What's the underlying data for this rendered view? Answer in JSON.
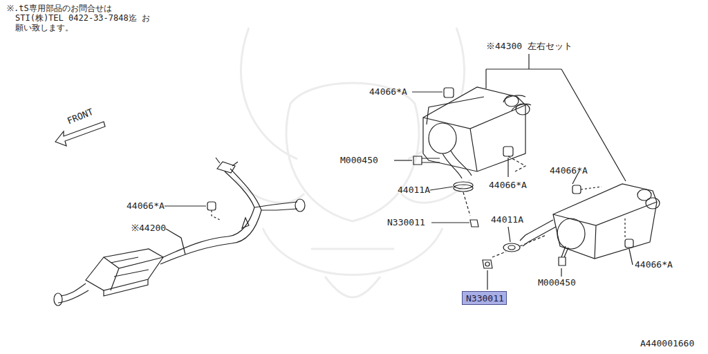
{
  "diagram": {
    "nodes": [
      {
        "text": [
          "N330011"
        ]
      }
    ],
    "labels": [
      "※.tS専用部品のお問合せは STI(株)TEL 0422-33-7848迄 お願い致します。",
      "※44300 左右セット",
      "44066*A",
      "M000450",
      "44066*A",
      "44066*A",
      "44011A",
      "FRONT",
      "44066*A",
      "※44200",
      "N330011",
      "44011A",
      "44066*A",
      "M000450",
      "A440001660"
    ]
  }
}
